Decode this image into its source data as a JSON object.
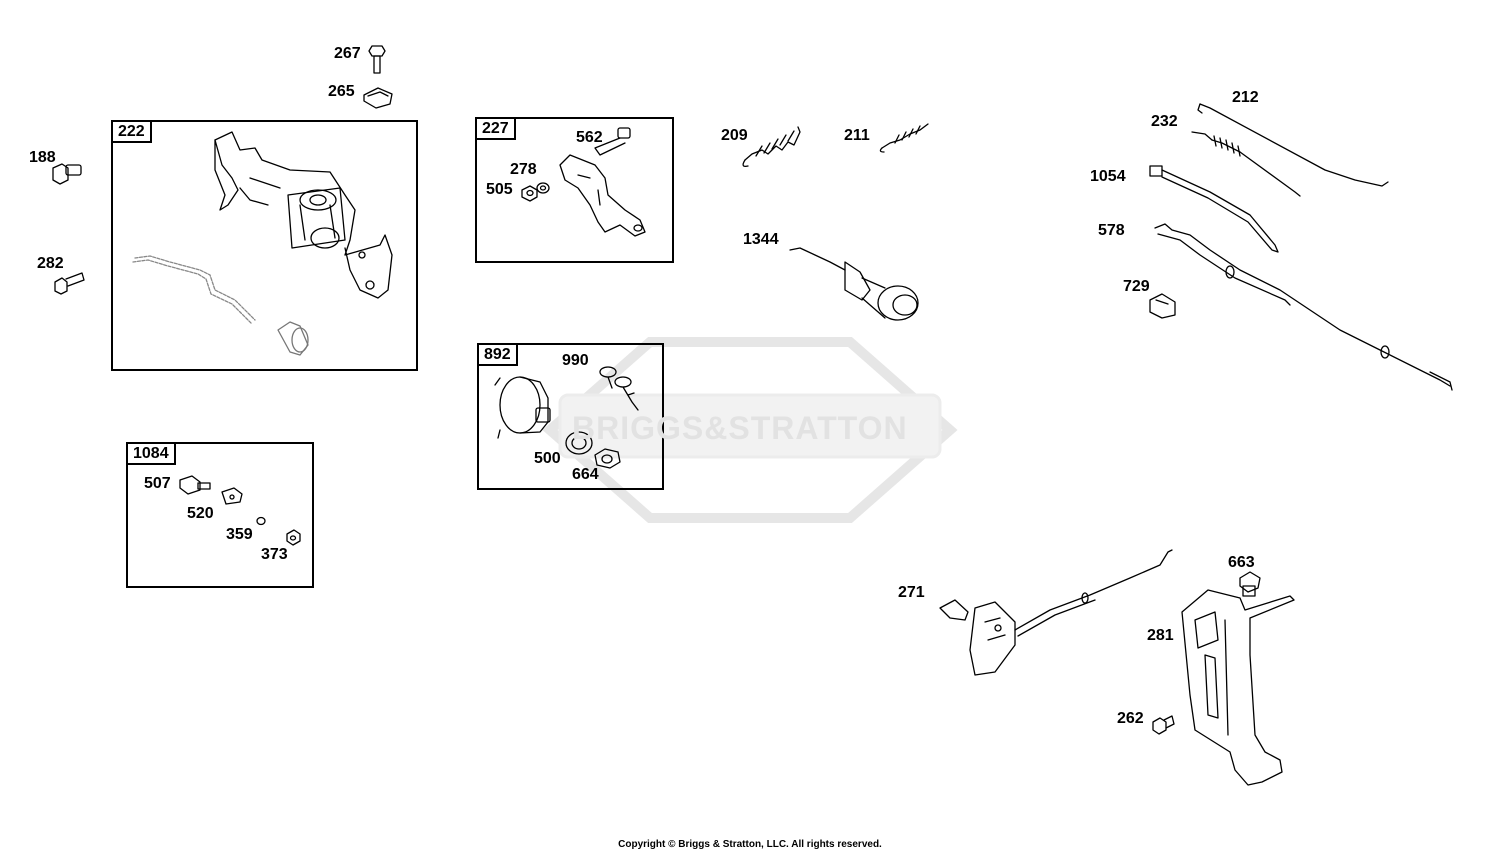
{
  "boxes": [
    {
      "id": "222"
    },
    {
      "id": "227"
    },
    {
      "id": "892"
    },
    {
      "id": "1084"
    }
  ],
  "callouts": {
    "c267": "267",
    "c265": "265",
    "c188": "188",
    "c282": "282",
    "c562": "562",
    "c278": "278",
    "c505": "505",
    "c990": "990",
    "c500": "500",
    "c664": "664",
    "c507": "507",
    "c520": "520",
    "c359": "359",
    "c373": "373",
    "c209": "209",
    "c211": "211",
    "c1344": "1344",
    "c212": "212",
    "c232": "232",
    "c1054": "1054",
    "c578": "578",
    "c729": "729",
    "c271": "271",
    "c663": "663",
    "c281": "281",
    "c262": "262"
  },
  "watermark": "BRIGGS&STRATTON",
  "copyright": "Copyright © Briggs & Stratton, LLC. All rights reserved.",
  "colors": {
    "line": "#000000",
    "watermark": "#e2e2e2",
    "background": "#ffffff"
  }
}
